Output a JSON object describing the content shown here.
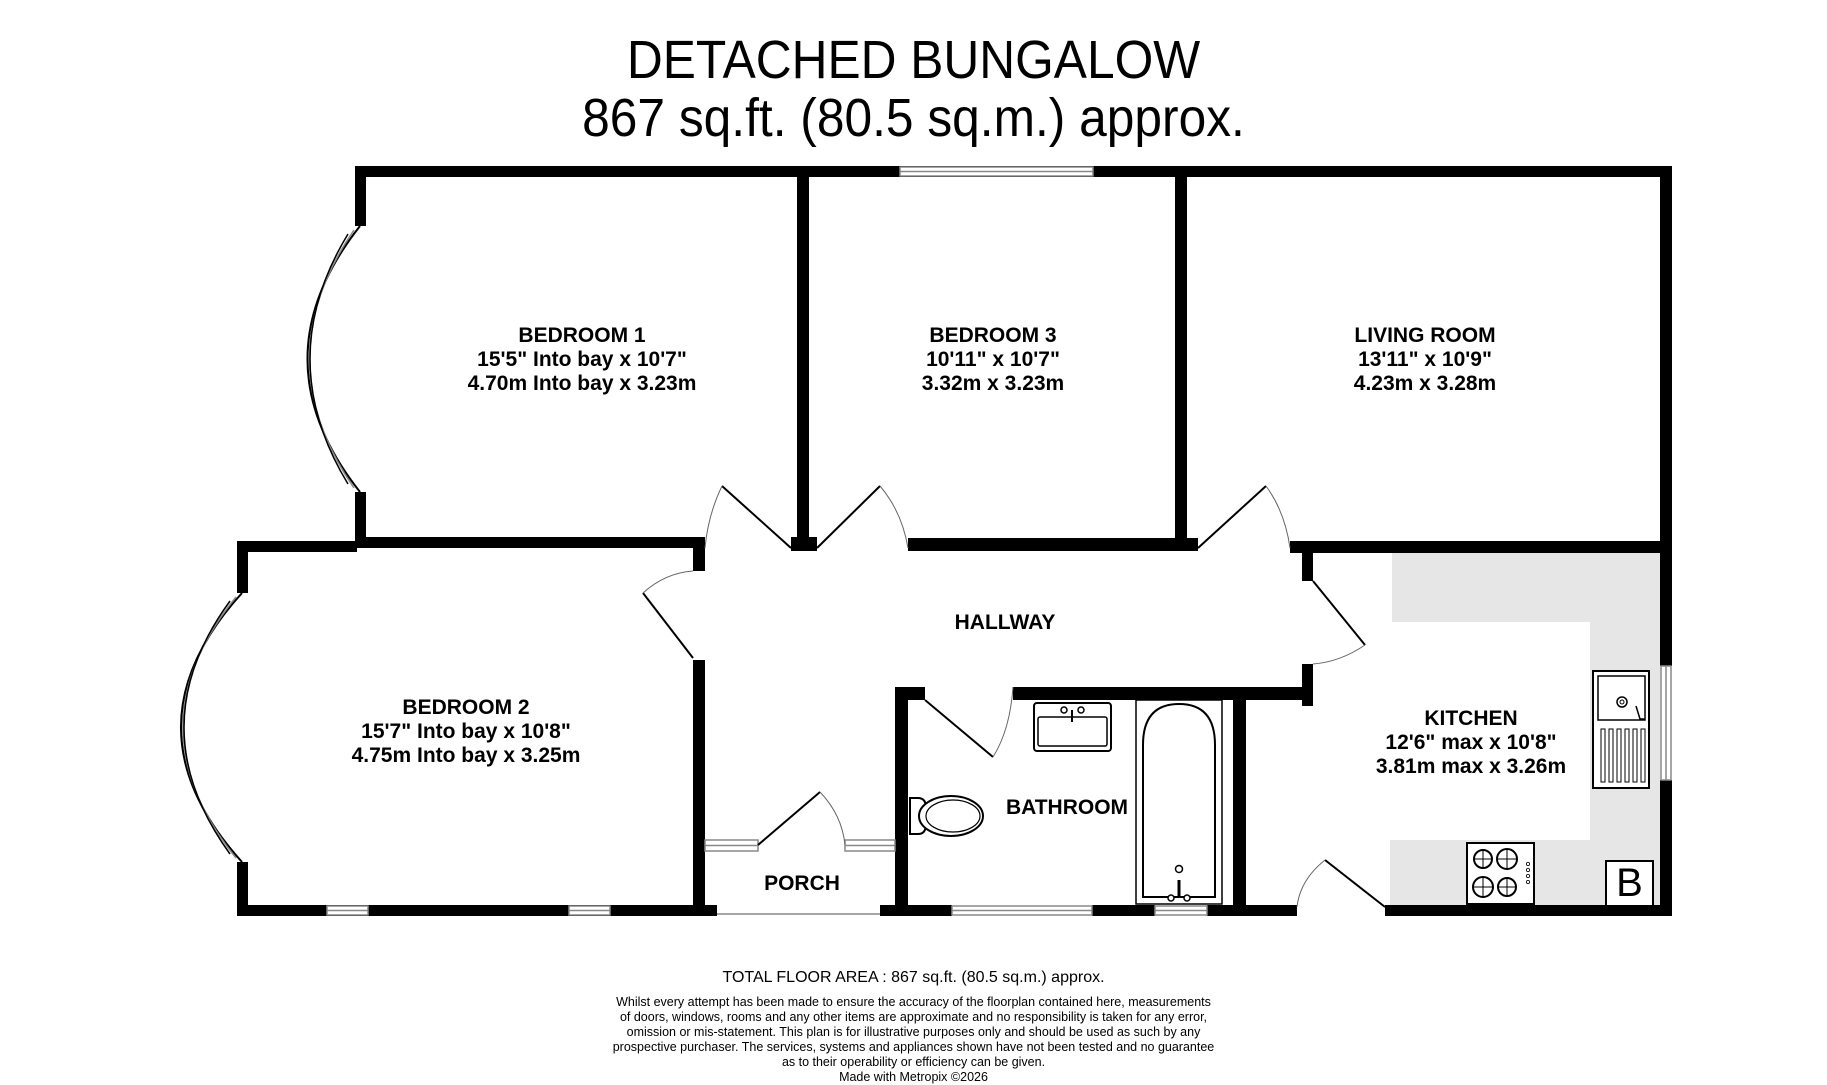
{
  "header": {
    "title": "DETACHED BUNGALOW",
    "subtitle": "867 sq.ft. (80.5 sq.m.) approx."
  },
  "rooms": [
    {
      "id": "bedroom1",
      "name": "BEDROOM 1",
      "imperial": "15'5\" Into bay x 10'7\"",
      "metric": "4.70m Into bay x 3.23m"
    },
    {
      "id": "bedroom3",
      "name": "BEDROOM 3",
      "imperial": "10'11\"  x 10'7\"",
      "metric": "3.32m  x 3.23m"
    },
    {
      "id": "living",
      "name": "LIVING ROOM",
      "imperial": "13'11\"  x 10'9\"",
      "metric": "4.23m  x 3.28m"
    },
    {
      "id": "bedroom2",
      "name": "BEDROOM 2",
      "imperial": "15'7\" Into bay x 10'8\"",
      "metric": "4.75m Into bay x 3.25m"
    },
    {
      "id": "hallway",
      "name": "HALLWAY"
    },
    {
      "id": "kitchen",
      "name": "KITCHEN",
      "imperial": "12'6\" max x 10'8\"",
      "metric": "3.81m max x 3.26m"
    },
    {
      "id": "bathroom",
      "name": "BATHROOM"
    },
    {
      "id": "porch",
      "name": "PORCH"
    }
  ],
  "fixtures": {
    "boiler_label": "B"
  },
  "colors": {
    "wall": "#000000",
    "counter": "#e6e6e6",
    "window": "#888888"
  },
  "footer": {
    "total": "TOTAL FLOOR AREA : 867 sq.ft. (80.5 sq.m.) approx.",
    "disclaimer": [
      "Whilst every attempt has been made to ensure the accuracy of the floorplan contained here, measurements",
      "of doors, windows, rooms and any other items are approximate and no responsibility is taken for any error,",
      "omission or mis-statement. This plan is for illustrative purposes only and should be used as such by any",
      "prospective purchaser. The services, systems and appliances shown have not been tested and no guarantee",
      "as to their operability or efficiency can be given."
    ],
    "credit": "Made with Metropix ©2026"
  }
}
